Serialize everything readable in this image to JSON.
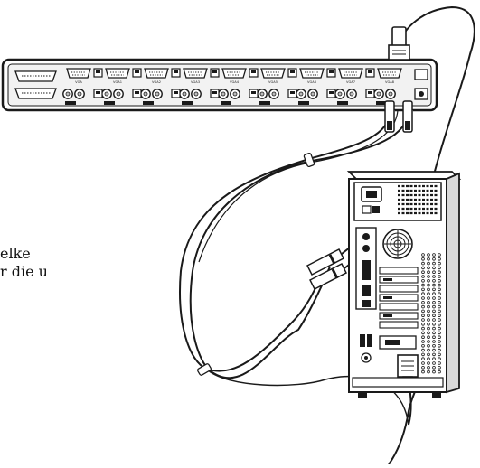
{
  "caption": {
    "line1": "elke",
    "line2": "r die u"
  },
  "kvm_switch": {
    "port_labels": [
      "VGA",
      "VGA1",
      "VGA2",
      "VGA3",
      "VGA4",
      "VGA5",
      "VGA6",
      "VGA7",
      "VGA8"
    ]
  },
  "colors": {
    "line": "#1a1a1a",
    "background": "#ffffff",
    "panel": "#e6e6e6",
    "port_fill": "#bdbdbd"
  }
}
